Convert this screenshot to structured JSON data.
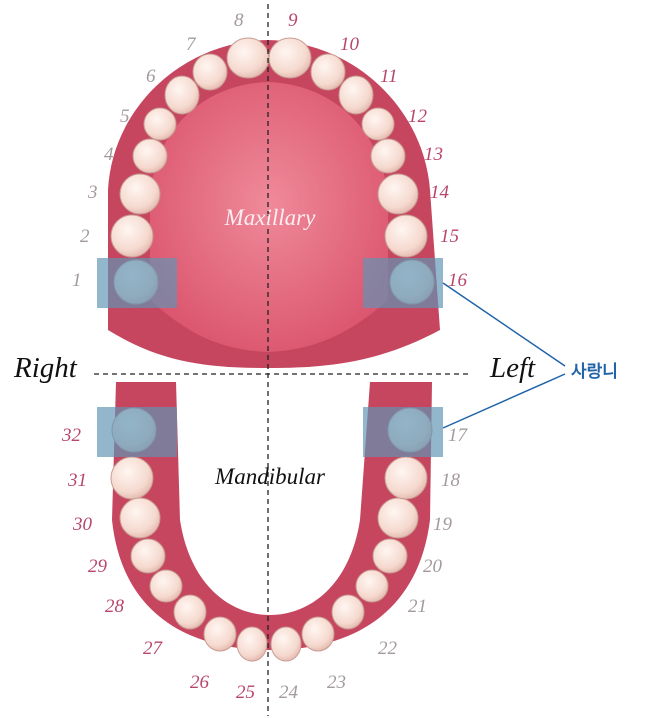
{
  "labels": {
    "maxillary": "Maxillary",
    "mandibular": "Mandibular",
    "right": "Right",
    "left": "Left",
    "callout": "사랑니"
  },
  "teeth": {
    "upper": [
      "1",
      "2",
      "3",
      "4",
      "5",
      "6",
      "7",
      "8",
      "9",
      "10",
      "11",
      "12",
      "13",
      "14",
      "15",
      "16"
    ],
    "lower": [
      "17",
      "18",
      "19",
      "20",
      "21",
      "22",
      "23",
      "24",
      "25",
      "26",
      "27",
      "28",
      "29",
      "30",
      "31",
      "32"
    ]
  },
  "highlighted_teeth": [
    "1",
    "16",
    "17",
    "32"
  ],
  "colors": {
    "gum": "#c94a64",
    "palate": "#e7687f",
    "tooth": "#f6ddd3",
    "highlight": "#5f95b6",
    "callout": "#1f63a8",
    "number_gray": "#a39a9b",
    "number_red": "#b8466a"
  }
}
